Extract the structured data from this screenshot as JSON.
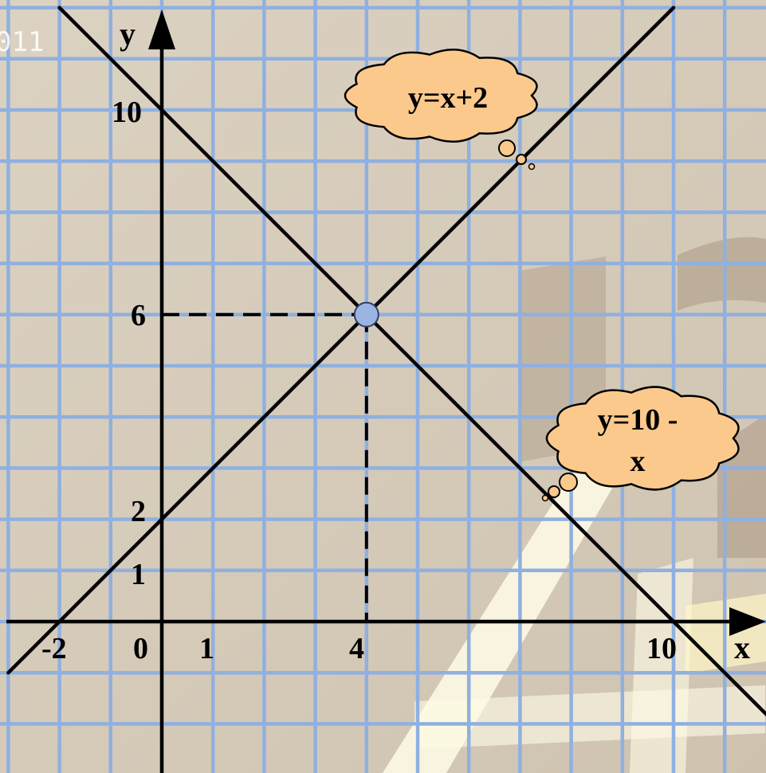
{
  "chart_data": {
    "type": "line",
    "xlabel": "x",
    "ylabel": "y",
    "xlim": [
      -3,
      11.5
    ],
    "ylim": [
      -3,
      11.5
    ],
    "x_tick_labels": [
      {
        "value": -2,
        "label": "-2"
      },
      {
        "value": 0,
        "label": "0"
      },
      {
        "value": 1,
        "label": "1"
      },
      {
        "value": 4,
        "label": "4"
      },
      {
        "value": 10,
        "label": "10"
      }
    ],
    "y_tick_labels": [
      {
        "value": 1,
        "label": "1"
      },
      {
        "value": 2,
        "label": "2"
      },
      {
        "value": 6,
        "label": "6"
      },
      {
        "value": 10,
        "label": "10"
      }
    ],
    "grid": true,
    "series": [
      {
        "name": "y=x+2",
        "slope": 1,
        "intercept": 2,
        "x": [
          -3,
          10
        ],
        "y": [
          -1,
          12
        ]
      },
      {
        "name_lines": [
          "y=10 -",
          "x"
        ],
        "slope": -1,
        "intercept": 10,
        "x": [
          -2,
          12
        ],
        "y": [
          12,
          -2
        ]
      }
    ],
    "intersection": {
      "x": 4,
      "y": 6
    },
    "annotations": [
      {
        "text": "y=x+2",
        "series": 0
      },
      {
        "text_lines": [
          "y=10 -",
          "x"
        ],
        "series": 1
      }
    ],
    "watermark": "011",
    "colors": {
      "background": "#d6ccbb",
      "grid": "#8fb0e0",
      "line": "#000000",
      "cloud": "#fcc98d",
      "point": "#9bb5e2"
    }
  }
}
